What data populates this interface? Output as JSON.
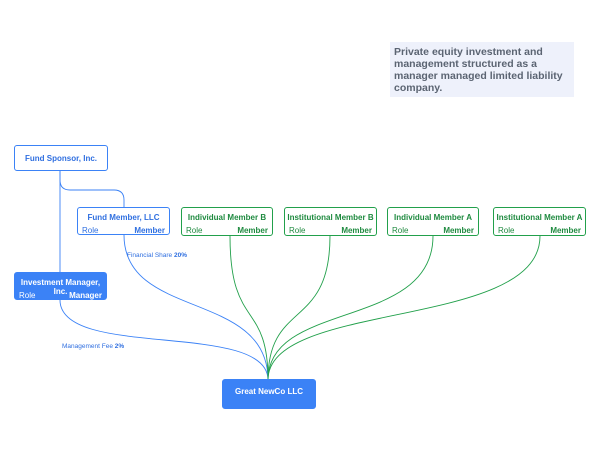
{
  "caption": "Private equity investment and management structured as a manager managed limited liability company.",
  "nodes": {
    "fund_sponsor": {
      "title": "Fund Sponsor, Inc."
    },
    "fund_member": {
      "title": "Fund Member, LLC",
      "role_key": "Role",
      "role_value": "Member"
    },
    "investment_manager": {
      "title": "Investment Manager, Inc.",
      "role_key": "Role",
      "role_value": "Manager"
    },
    "individual_b": {
      "title": "Individual Member B",
      "role_key": "Role",
      "role_value": "Member"
    },
    "institutional_b": {
      "title": "Institutional Member B",
      "role_key": "Role",
      "role_value": "Member"
    },
    "individual_a": {
      "title": "Individual Member A",
      "role_key": "Role",
      "role_value": "Member"
    },
    "institutional_a": {
      "title": "Institutional Member A",
      "role_key": "Role",
      "role_value": "Member"
    },
    "newco": {
      "title": "Great NewCo LLC"
    }
  },
  "edges": {
    "financial_share": {
      "label": "Financial Share",
      "value": "20%"
    },
    "management_fee": {
      "label": "Management Fee",
      "value": "2%"
    }
  },
  "colors": {
    "blue": "#3b82f6",
    "green": "#22a04b"
  }
}
